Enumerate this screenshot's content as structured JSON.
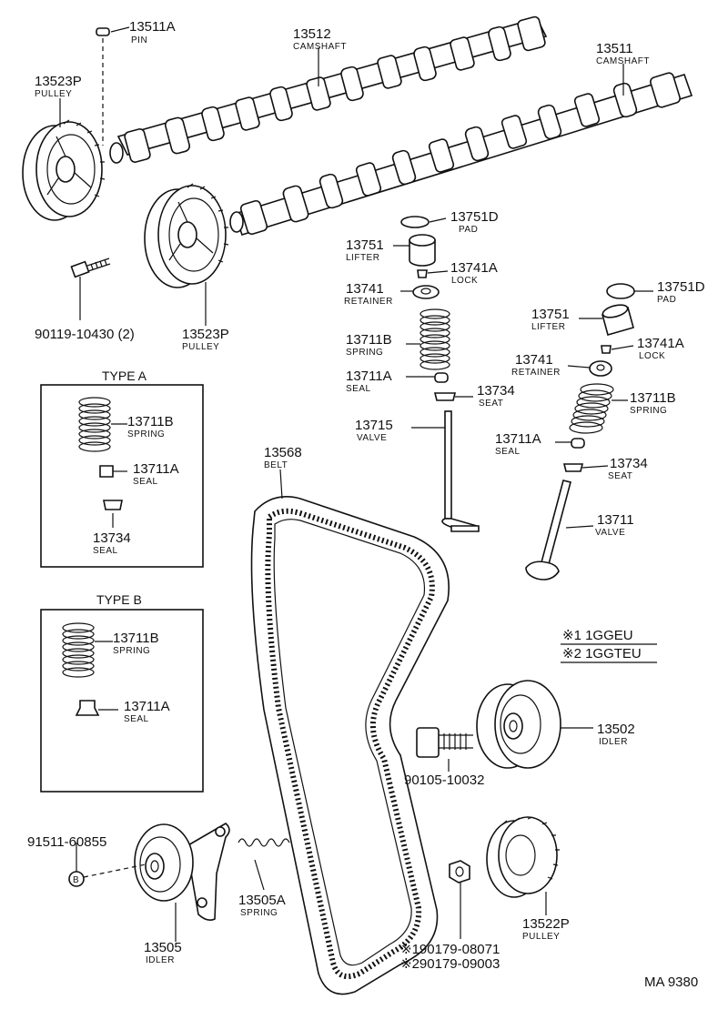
{
  "labels": {
    "p13511A": "13511A",
    "pin": "PIN",
    "p13512": "13512",
    "camshaft1": "CAMSHAFT",
    "p13511": "13511",
    "camshaft2": "CAMSHAFT",
    "p13523P_a": "13523P",
    "pulley_a": "PULLEY",
    "p13523P_b": "13523P",
    "pulley_b": "PULLEY",
    "p90119": "90119-10430 (2)",
    "p13751D_a": "13751D",
    "pad_a": "PAD",
    "p13751_a": "13751",
    "lifter_a": "LIFTER",
    "p13741A_a": "13741A",
    "lock_a": "LOCK",
    "p13741_a": "13741",
    "retainer_a": "RETAINER",
    "p13711B_a": "13711B",
    "spring_a": "SPRING",
    "p13711A_a": "13711A",
    "seal_a": "SEAL",
    "p13734_a": "13734",
    "seat_a": "SEAT",
    "p13715": "13715",
    "valve_a": "VALVE",
    "p13751D_b": "13751D",
    "pad_b": "PAD",
    "p13751_b": "13751",
    "lifter_b": "LIFTER",
    "p13741_b": "13741",
    "retainer_b": "RETAINER",
    "p13741A_b": "13741A",
    "lock_b": "LOCK",
    "p13711B_b": "13711B",
    "spring_b": "SPRING",
    "p13711A_b": "13711A",
    "seal_b": "SEAL",
    "p13734_b": "13734",
    "seat_b": "SEAT",
    "p13711": "13711",
    "valve_b": "VALVE",
    "typeA": "TYPE A",
    "tA_13711B": "13711B",
    "tA_spring": "SPRING",
    "tA_13711A": "13711A",
    "tA_seal": "SEAL",
    "tA_13734": "13734",
    "tA_seal2": "SEAL",
    "typeB": "TYPE B",
    "tB_13711B": "13711B",
    "tB_spring": "SPRING",
    "tB_13711A": "13711A",
    "tB_seal": "SEAL",
    "p13568": "13568",
    "belt": "BELT",
    "note1": "※1 1GGEU",
    "note2": "※2 1GGTEU",
    "p13502": "13502",
    "idler_a": "IDLER",
    "p90105": "90105-10032",
    "p91511": "91511-60855",
    "bmark": "B",
    "p13505A": "13505A",
    "spring_c": "SPRING",
    "p13505": "13505",
    "idler_b": "IDLER",
    "p13522P": "13522P",
    "pulley_c": "PULLEY",
    "p90179a": "※190179-08071",
    "p90179b": "※290179-09003",
    "code": "MA 9380"
  },
  "icons": {
    "camshaft": "camshaft-icon",
    "pulley": "timing-pulley-icon",
    "spring": "valve-spring-icon",
    "valve": "valve-icon",
    "belt": "timing-belt-icon",
    "idler": "idler-pulley-icon",
    "bolt": "bolt-icon"
  }
}
